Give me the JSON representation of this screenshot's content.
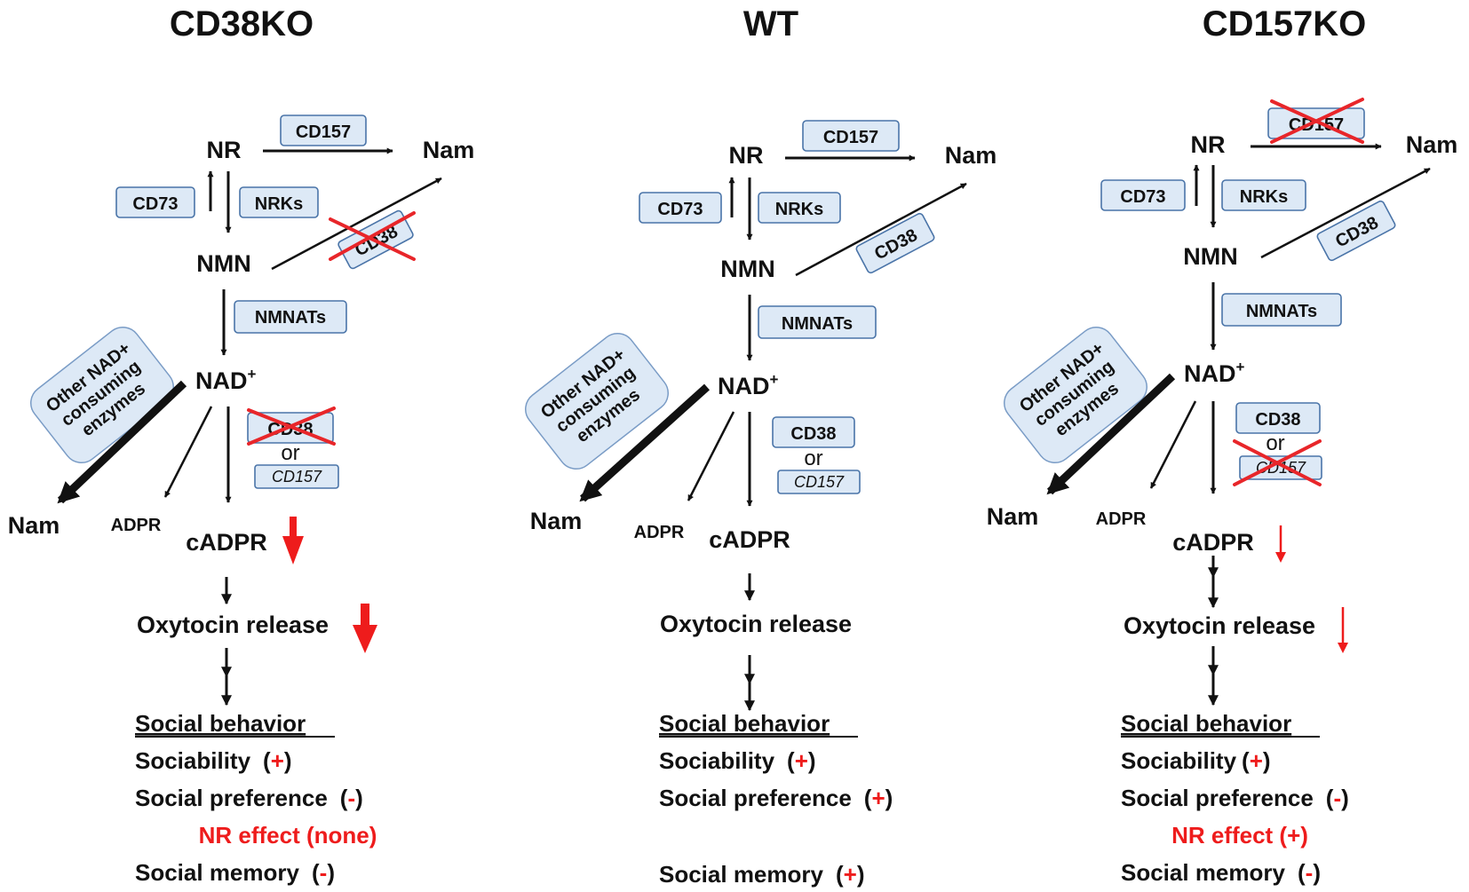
{
  "columns": [
    {
      "id": "cd38ko",
      "title": "CD38KO",
      "nodes": {
        "nr": "NR",
        "nam_top": "Nam",
        "nmn": "NMN",
        "nad": "NAD",
        "nad_sup": "+",
        "nam_bottom": "Nam",
        "adpr": "ADPR",
        "cadpr": "cADPR",
        "oxytocin": "Oxytocin release"
      },
      "enzymes": {
        "cd157": "CD157",
        "cd73": "CD73",
        "nrks": "NRKs",
        "cd38": "CD38",
        "nmnats": "NMNATs",
        "other": [
          "Other NAD+",
          "consuming",
          "enzymes"
        ],
        "cd38_lower": "CD38",
        "or": "or",
        "cd157_lower": "CD157"
      },
      "behavior": {
        "header": "Social behavior",
        "sociability_label": "Sociability",
        "sociability_sign": "(+)",
        "preference_label": "Social preference",
        "preference_sign": "(-)",
        "nr_effect": "NR effect  (none)",
        "memory_label": "Social memory",
        "memory_sign": "(-)"
      }
    },
    {
      "id": "wt",
      "title": "WT",
      "nodes": {
        "nr": "NR",
        "nam_top": "Nam",
        "nmn": "NMN",
        "nad": "NAD",
        "nad_sup": "+",
        "nam_bottom": "Nam",
        "adpr": "ADPR",
        "cadpr": "cADPR",
        "oxytocin": "Oxytocin release"
      },
      "enzymes": {
        "cd157": "CD157",
        "cd73": "CD73",
        "nrks": "NRKs",
        "cd38": "CD38",
        "nmnats": "NMNATs",
        "other": [
          "Other NAD+",
          "consuming",
          "enzymes"
        ],
        "cd38_lower": "CD38",
        "or": "or",
        "cd157_lower": "CD157"
      },
      "behavior": {
        "header": "Social behavior",
        "sociability_label": "Sociability",
        "sociability_sign": "(+)",
        "preference_label": "Social preference",
        "preference_sign": "(+)",
        "memory_label": "Social memory",
        "memory_sign": "(+)"
      }
    },
    {
      "id": "cd157ko",
      "title": "CD157KO",
      "nodes": {
        "nr": "NR",
        "nam_top": "Nam",
        "nmn": "NMN",
        "nad": "NAD",
        "nad_sup": "+",
        "nam_bottom": "Nam",
        "adpr": "ADPR",
        "cadpr": "cADPR",
        "oxytocin": "Oxytocin release"
      },
      "enzymes": {
        "cd157": "CD157",
        "cd73": "CD73",
        "nrks": "NRKs",
        "cd38": "CD38",
        "nmnats": "NMNATs",
        "other": [
          "Other NAD+",
          "consuming",
          "enzymes"
        ],
        "cd38_lower": "CD38",
        "or": "or",
        "cd157_lower": "CD157"
      },
      "behavior": {
        "header": "Social behavior",
        "sociability_label": "Sociability",
        "sociability_sign": "(+)",
        "preference_label": "Social preference",
        "preference_sign": "(-)",
        "nr_effect": "NR effect  (+)",
        "memory_label": "Social memory",
        "memory_sign": "(-)"
      }
    }
  ],
  "colors": {
    "box_fill": "#dde9f6",
    "box_stroke": "#4a74a8",
    "cross": "#e8262a",
    "highlight": "#ee1c1c"
  },
  "icons": {
    "knockout_marker": "red-x-cross-icon",
    "decrease_marker": "red-down-arrow-icon"
  }
}
